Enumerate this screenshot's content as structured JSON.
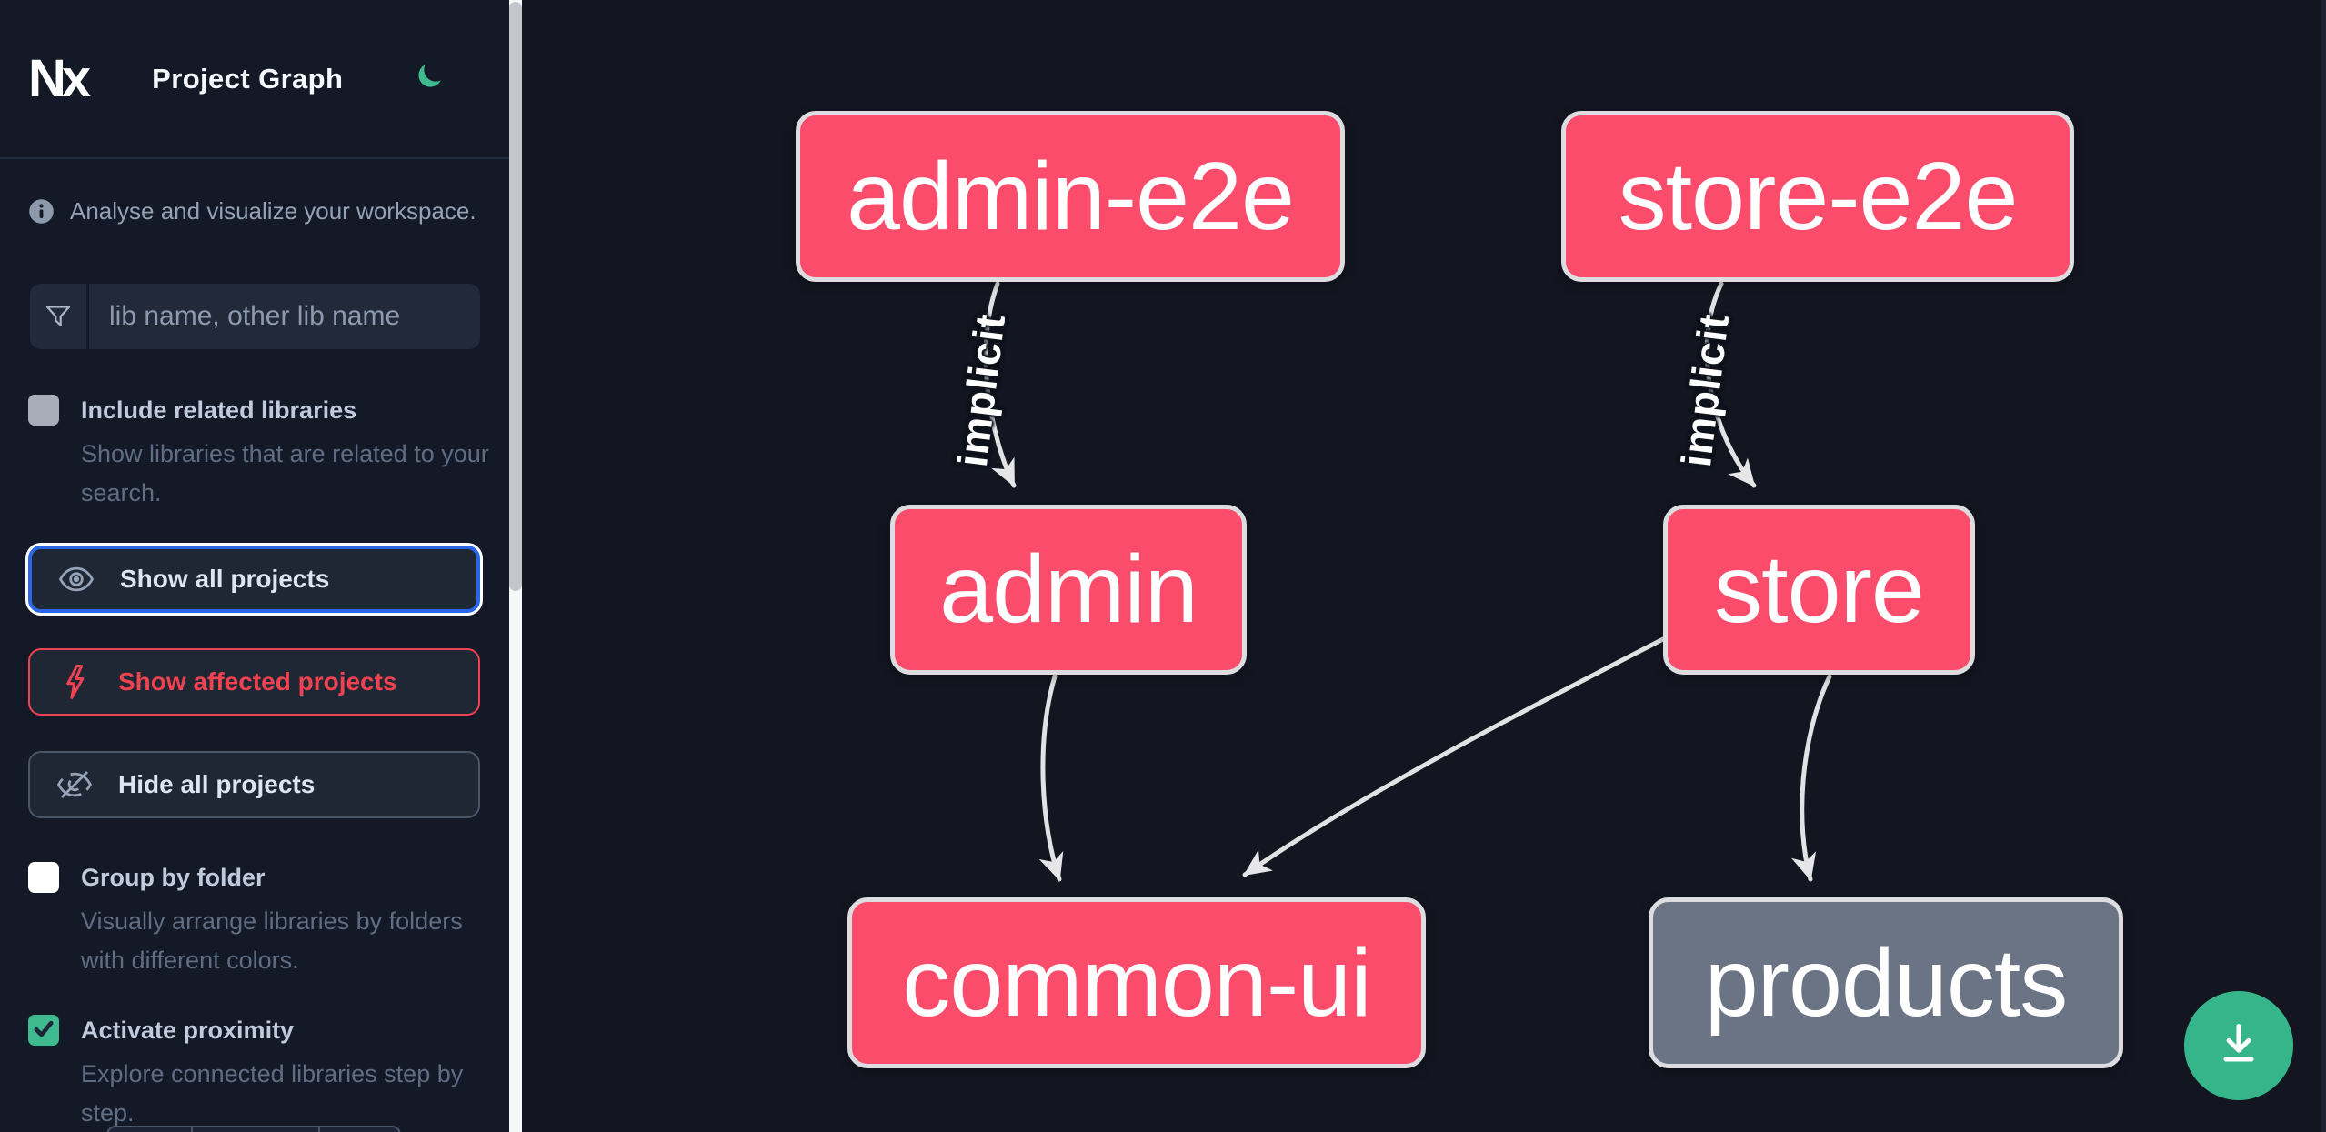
{
  "header": {
    "logo_text": "Nx",
    "title": "Project Graph"
  },
  "sidebar": {
    "tagline": "Analyse and visualize your workspace.",
    "search": {
      "placeholder": "lib name, other lib name",
      "value": ""
    },
    "options": [
      {
        "label": "Include related libraries",
        "description": "Show libraries that are related to your search.",
        "checked": false
      },
      {
        "label": "Group by folder",
        "description": "Visually arrange libraries by folders with different colors.",
        "checked": false
      },
      {
        "label": "Activate proximity",
        "description": "Explore connected libraries step by step.",
        "checked": true
      }
    ],
    "actions": [
      {
        "label": "Show all projects",
        "variant": "focused"
      },
      {
        "label": "Show affected projects",
        "variant": "affected"
      },
      {
        "label": "Hide all projects",
        "variant": "default"
      }
    ]
  },
  "graph": {
    "nodes": [
      {
        "label": "admin-e2e",
        "status": "affected"
      },
      {
        "label": "store-e2e",
        "status": "affected"
      },
      {
        "label": "admin",
        "status": "affected"
      },
      {
        "label": "store",
        "status": "affected"
      },
      {
        "label": "common-ui",
        "status": "affected"
      },
      {
        "label": "products",
        "status": "normal"
      }
    ],
    "edges": [
      {
        "from": "admin-e2e",
        "to": "admin",
        "label": "implicit"
      },
      {
        "from": "store-e2e",
        "to": "store",
        "label": "implicit"
      },
      {
        "from": "admin",
        "to": "common-ui",
        "label": ""
      },
      {
        "from": "store",
        "to": "common-ui",
        "label": ""
      },
      {
        "from": "store",
        "to": "products",
        "label": ""
      }
    ]
  },
  "colors": {
    "affected_node": "#fb4c6b",
    "normal_node": "#6a7484",
    "accent_blue": "#2b66e9",
    "affected_red": "#ee4250",
    "fab_green": "#36b58a",
    "moon_green": "#3fb98e",
    "sidebar_bg": "#141927",
    "canvas_bg": "#131621"
  }
}
